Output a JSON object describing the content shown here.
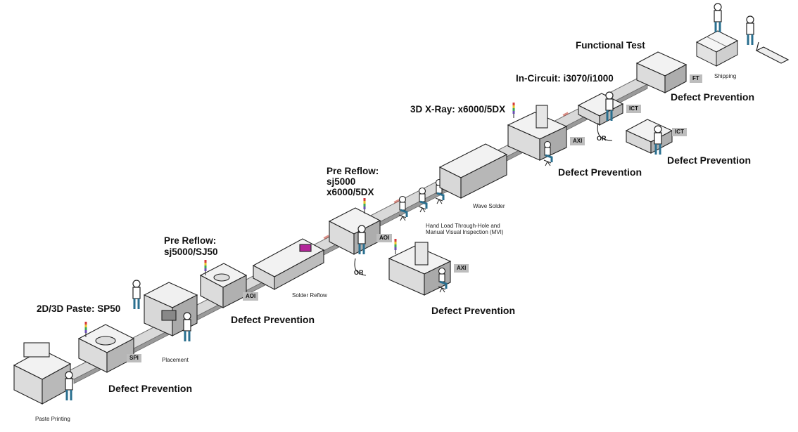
{
  "stations": {
    "paste_printing": "Paste Printing",
    "spi": {
      "heading": "2D/3D Paste: SP50",
      "tag": "SPI",
      "defect": "Defect Prevention"
    },
    "placement": "Placement",
    "aoi1": {
      "heading_l1": "Pre Reflow:",
      "heading_l2": "sj5000/SJ50",
      "tag": "AOI",
      "defect": "Defect Prevention"
    },
    "solder_reflow": "Solder Reflow",
    "aoi2": {
      "heading_l1": "Pre Reflow:",
      "heading_l2": "sj5000",
      "heading_l3": "x6000/5DX",
      "tag": "AOI",
      "or": "OR",
      "alt_tag": "AXI",
      "alt_defect": "Defect Prevention"
    },
    "hand_load": {
      "line1": "Hand Load Through-Hole and",
      "line2": "Manual Visual Inspection (MVI)"
    },
    "wave_solder": "Wave Solder",
    "axi": {
      "heading": "3D X-Ray: x6000/5DX",
      "tag": "AXI",
      "defect": "Defect Prevention"
    },
    "ict": {
      "heading": "In-Circuit: i3070/i1000",
      "tag": "ICT",
      "or": "OR",
      "alt_tag": "ICT",
      "alt_defect": "Defect Prevention"
    },
    "ft": {
      "heading": "Functional Test",
      "tag": "FT",
      "defect": "Defect Prevention"
    },
    "shipping": "Shipping"
  },
  "colors": {
    "belt": "#d9d9d9",
    "belt_edge": "#6b6b6b",
    "machine": "#eeeeee",
    "machine_dark": "#8c8c8c",
    "outline": "#222222",
    "tag_bg": "#bdbdbd",
    "accent": "#c0392b"
  }
}
